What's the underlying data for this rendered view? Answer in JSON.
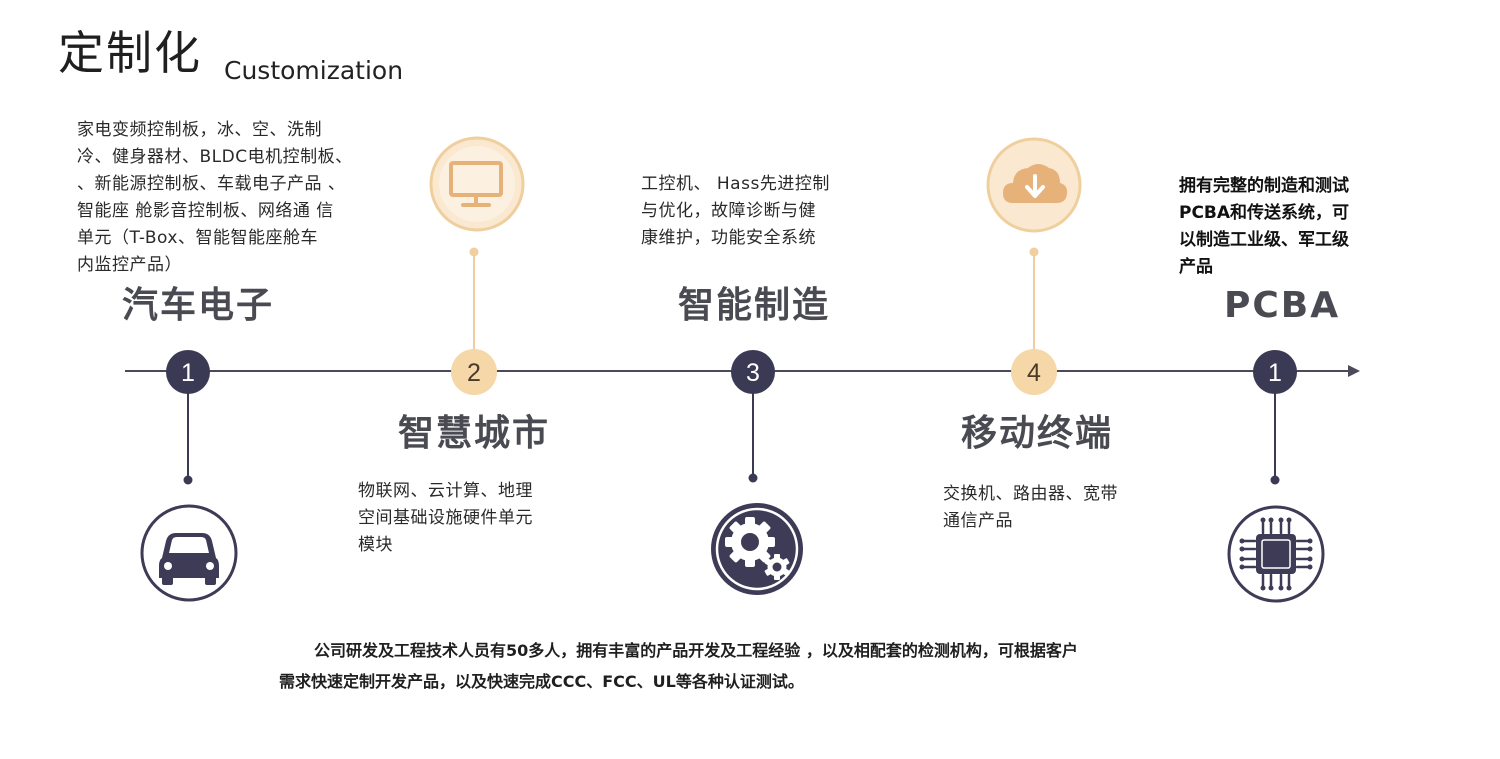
{
  "header": {
    "title": "定制化",
    "subtitle": "Customization"
  },
  "stages": [
    {
      "number": "1",
      "title": "汽车电子",
      "icon": "car-icon",
      "description_lines": [
        "家电变频控制板，冰、空、洗制",
        "冷、健身器材、BLDC电机控制板、",
        "、新能源控制板、车载电子产品 、",
        "智能座 舱影音控制板、网络通 信",
        "单元（T-Box、智能智能座舱车",
        "内监控产品）"
      ]
    },
    {
      "number": "2",
      "title": "智慧城市",
      "icon": "monitor-icon",
      "description_lines": [
        "物联网、云计算、地理",
        "空间基础设施硬件单元",
        "模块"
      ]
    },
    {
      "number": "3",
      "title": "智能制造",
      "icon": "gears-icon",
      "description_lines": [
        "工控机、 Hass先进控制",
        "与优化，故障诊断与健",
        "康维护，功能安全系统"
      ]
    },
    {
      "number": "4",
      "title": "移动终端",
      "icon": "cloud-download-icon",
      "description_lines": [
        "交换机、路由器、宽带",
        "通信产品"
      ]
    },
    {
      "number": "1",
      "title": "PCBA",
      "icon": "chip-icon",
      "description_lines": [
        "拥有完整的制造和测试",
        "PCBA和传送系统，可",
        "以制造工业级、军工级",
        "产品"
      ]
    }
  ],
  "footer": {
    "line1": "公司研发及工程技术人员有50多人，拥有丰富的产品开发及工程经验 ，以及相配套的检测机构，可根据客户",
    "line2": "需求快速定制开发产品，以及快速完成CCC、FCC、UL等各种认证测试。"
  },
  "colors": {
    "dark_node": "#3b3a55",
    "light_node": "#f6d7a8",
    "light_node_text": "#4a3a2a",
    "icon_gold": "#e7b27a",
    "icon_dark": "#3d3b56",
    "line": "#4a4a5a"
  }
}
